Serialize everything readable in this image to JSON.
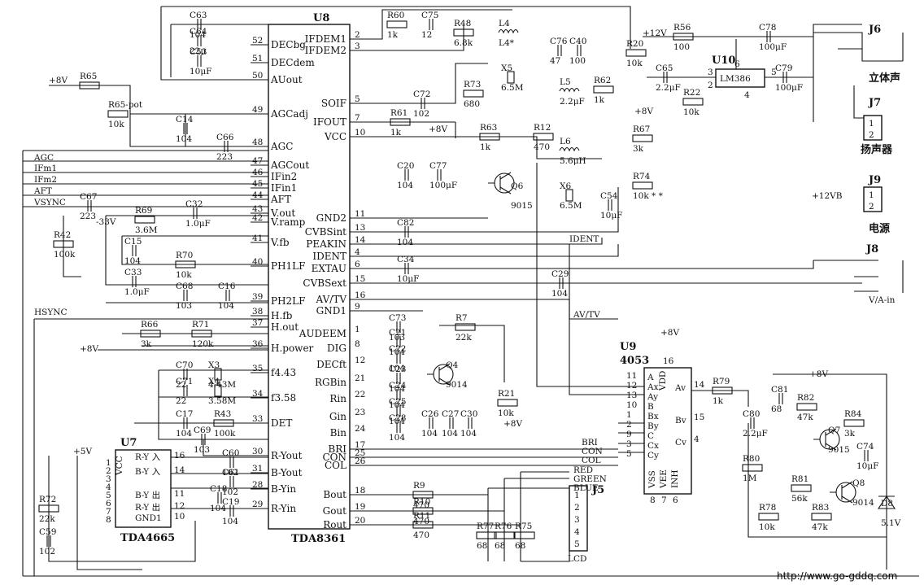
{
  "ics": {
    "u8": {
      "ref": "U8",
      "part": "TDA8361",
      "left_pins": [
        {
          "num": "52",
          "name": "DECbg"
        },
        {
          "num": "51",
          "name": "DECdem"
        },
        {
          "num": "50",
          "name": "AUout"
        },
        {
          "num": "49",
          "name": "AGCadj"
        },
        {
          "num": "48",
          "name": "AGC"
        },
        {
          "num": "47",
          "name": "AGCout"
        },
        {
          "num": "46",
          "name": "IFin2"
        },
        {
          "num": "45",
          "name": "IFin1"
        },
        {
          "num": "44",
          "name": "AFT"
        },
        {
          "num": "43",
          "name": "V.out"
        },
        {
          "num": "42",
          "name": "V.ramp"
        },
        {
          "num": "41",
          "name": "V.fb"
        },
        {
          "num": "40",
          "name": "PH1LF"
        },
        {
          "num": "39",
          "name": "PH2LF"
        },
        {
          "num": "38",
          "name": "H.fb"
        },
        {
          "num": "37",
          "name": "H.out"
        },
        {
          "num": "36",
          "name": "H.power"
        },
        {
          "num": "35",
          "name": "f4.43"
        },
        {
          "num": "34",
          "name": "f3.58"
        },
        {
          "num": "33",
          "name": "DET"
        },
        {
          "num": "30",
          "name": "R-Yout"
        },
        {
          "num": "31",
          "name": "B-Yout"
        },
        {
          "num": "28",
          "name": "B-Yin"
        },
        {
          "num": "29",
          "name": "R-Yin"
        }
      ],
      "right_pins": [
        {
          "num": "2",
          "name": "IFDEM1"
        },
        {
          "num": "3",
          "name": "IFDEM2"
        },
        {
          "num": "5",
          "name": "SOIF"
        },
        {
          "num": "7",
          "name": "IFOUT"
        },
        {
          "num": "10",
          "name": "VCC"
        },
        {
          "num": "11",
          "name": "GND2"
        },
        {
          "num": "13",
          "name": "CVBSint"
        },
        {
          "num": "14",
          "name": "PEAKIN"
        },
        {
          "num": "4",
          "name": "IDENT"
        },
        {
          "num": "6",
          "name": "EXTAU"
        },
        {
          "num": "15",
          "name": "CVBSext"
        },
        {
          "num": "16",
          "name": "AV/TV"
        },
        {
          "num": "9",
          "name": "GND1"
        },
        {
          "num": "1",
          "name": "AUDEEM"
        },
        {
          "num": "8",
          "name": "DIG"
        },
        {
          "num": "12",
          "name": "DECft"
        },
        {
          "num": "21",
          "name": "RGBin"
        },
        {
          "num": "22",
          "name": "Rin"
        },
        {
          "num": "23",
          "name": "Gin"
        },
        {
          "num": "24",
          "name": "Bin"
        },
        {
          "num": "17",
          "name": "BRI"
        },
        {
          "num": "25",
          "name": "CON"
        },
        {
          "num": "26",
          "name": "COL"
        },
        {
          "num": "18",
          "name": "Bout"
        },
        {
          "num": "19",
          "name": "Gout"
        },
        {
          "num": "20",
          "name": "Rout"
        }
      ]
    },
    "u7": {
      "ref": "U7",
      "part": "TDA4665",
      "vcc": "VCC",
      "pins": [
        {
          "num": "16",
          "name": "R-Y 入"
        },
        {
          "num": "14",
          "name": "B-Y 入"
        },
        {
          "num": "11",
          "name": "B-Y 出"
        },
        {
          "num": "12",
          "name": "R-Y 出"
        },
        {
          "num": "10",
          "name": "GND1"
        }
      ],
      "left_nums": [
        "1",
        "2",
        "3",
        "4",
        "5",
        "6",
        "7",
        "8"
      ]
    },
    "u9": {
      "ref": "U9",
      "part": "4053",
      "left_pins": [
        {
          "num": "11",
          "name": "A"
        },
        {
          "num": "12",
          "name": "Ax"
        },
        {
          "num": "13",
          "name": "Ay"
        },
        {
          "num": "10",
          "name": "B"
        },
        {
          "num": "1",
          "name": "Bx"
        },
        {
          "num": "2",
          "name": "By"
        },
        {
          "num": "9",
          "name": "C"
        },
        {
          "num": "3",
          "name": "Cx"
        },
        {
          "num": "5",
          "name": "Cy"
        }
      ],
      "right_pins": [
        {
          "num": "14",
          "name": "Av"
        },
        {
          "num": "15",
          "name": "Bv"
        },
        {
          "num": "4",
          "name": "Cv"
        }
      ],
      "vdd": {
        "num": "16",
        "name": "VDD"
      },
      "bottom_pins": [
        {
          "num": "8",
          "name": "VSS"
        },
        {
          "num": "7",
          "name": "VEE"
        },
        {
          "num": "6",
          "name": "INH"
        }
      ]
    },
    "u10": {
      "ref": "U10",
      "part": "LM386",
      "pins": [
        "6",
        "4",
        "5",
        "3",
        "2"
      ]
    }
  },
  "components": [
    {
      "ref": "C63",
      "value": "104"
    },
    {
      "ref": "C64",
      "value": "22μ"
    },
    {
      "ref": "C53",
      "value": "10μF"
    },
    {
      "ref": "R65",
      "value": ""
    },
    {
      "ref": "R65-pot",
      "value": "10k"
    },
    {
      "ref": "C14",
      "value": "104"
    },
    {
      "ref": "C66",
      "value": "223"
    },
    {
      "ref": "C67",
      "value": "223"
    },
    {
      "ref": "R69",
      "value": "3.6M"
    },
    {
      "ref": "C32",
      "value": "1.0μF"
    },
    {
      "ref": "R42",
      "value": "100k"
    },
    {
      "ref": "C15",
      "value": "104"
    },
    {
      "ref": "R70",
      "value": "10k"
    },
    {
      "ref": "C33",
      "value": "1.0μF"
    },
    {
      "ref": "C68",
      "value": "103"
    },
    {
      "ref": "C16",
      "value": "104"
    },
    {
      "ref": "R71",
      "value": "120k"
    },
    {
      "ref": "R66",
      "value": "3k"
    },
    {
      "ref": "C70",
      "value": "22"
    },
    {
      "ref": "X3",
      "value": "4.43M"
    },
    {
      "ref": "C71",
      "value": "22"
    },
    {
      "ref": "X4",
      "value": "3.58M"
    },
    {
      "ref": "C17",
      "value": "104"
    },
    {
      "ref": "R43",
      "value": "100k"
    },
    {
      "ref": "C69",
      "value": "103"
    },
    {
      "ref": "C60",
      "value": "102"
    },
    {
      "ref": "C61",
      "value": "102"
    },
    {
      "ref": "C18",
      "value": "104"
    },
    {
      "ref": "C19",
      "value": "104"
    },
    {
      "ref": "R72",
      "value": "22k"
    },
    {
      "ref": "C59",
      "value": "102"
    },
    {
      "ref": "R60",
      "value": "1k"
    },
    {
      "ref": "C75",
      "value": "12"
    },
    {
      "ref": "R48",
      "value": "6.8k"
    },
    {
      "ref": "L4",
      "value": "L4*"
    },
    {
      "ref": "C76",
      "value": "47"
    },
    {
      "ref": "C40",
      "value": "100"
    },
    {
      "ref": "X5",
      "value": "6.5M"
    },
    {
      "ref": "R73",
      "value": "680"
    },
    {
      "ref": "L5",
      "value": "2.2μF"
    },
    {
      "ref": "R62",
      "value": "1k"
    },
    {
      "ref": "C72",
      "value": "102"
    },
    {
      "ref": "R61",
      "value": "1k"
    },
    {
      "ref": "R63",
      "value": "1k"
    },
    {
      "ref": "R12",
      "value": "470"
    },
    {
      "ref": "C20",
      "value": "104"
    },
    {
      "ref": "C77",
      "value": "100μF"
    },
    {
      "ref": "Q6",
      "value": "9015"
    },
    {
      "ref": "L6",
      "value": "5.6μH"
    },
    {
      "ref": "X6",
      "value": "6.5M"
    },
    {
      "ref": "C82",
      "value": "104"
    },
    {
      "ref": "C34",
      "value": "10μF"
    },
    {
      "ref": "C29",
      "value": "104"
    },
    {
      "ref": "R7",
      "value": "22k"
    },
    {
      "ref": "C73",
      "value": "103"
    },
    {
      "ref": "C21",
      "value": "104"
    },
    {
      "ref": "C22",
      "value": "104"
    },
    {
      "ref": "C23",
      "value": "104"
    },
    {
      "ref": "C24",
      "value": "104"
    },
    {
      "ref": "C25",
      "value": "104"
    },
    {
      "ref": "C28",
      "value": "104"
    },
    {
      "ref": "Q4",
      "value": "9014"
    },
    {
      "ref": "R21",
      "value": "10k"
    },
    {
      "ref": "C26",
      "value": "104"
    },
    {
      "ref": "C27",
      "value": "104"
    },
    {
      "ref": "C30",
      "value": "104"
    },
    {
      "ref": "R9",
      "value": "470"
    },
    {
      "ref": "R10",
      "value": "470"
    },
    {
      "ref": "R11",
      "value": "470"
    },
    {
      "ref": "R77",
      "value": "68"
    },
    {
      "ref": "R76",
      "value": "68"
    },
    {
      "ref": "R75",
      "value": "68"
    },
    {
      "ref": "R20",
      "value": "10k"
    },
    {
      "ref": "R56",
      "value": "100"
    },
    {
      "ref": "C78",
      "value": "100μF"
    },
    {
      "ref": "C65",
      "value": "2.2μF"
    },
    {
      "ref": "R22",
      "value": "10k"
    },
    {
      "ref": "C79",
      "value": "100μF"
    },
    {
      "ref": "R67",
      "value": "3k"
    },
    {
      "ref": "R74",
      "value": "10k * *"
    },
    {
      "ref": "C54",
      "value": "10μF"
    },
    {
      "ref": "R79",
      "value": "1k"
    },
    {
      "ref": "C80",
      "value": "2.2μF"
    },
    {
      "ref": "C81",
      "value": "68"
    },
    {
      "ref": "R82",
      "value": "47k"
    },
    {
      "ref": "R84",
      "value": "3k"
    },
    {
      "ref": "C74",
      "value": "10μF"
    },
    {
      "ref": "Q7",
      "value": "9015"
    },
    {
      "ref": "R80",
      "value": "1M"
    },
    {
      "ref": "R81",
      "value": "56k"
    },
    {
      "ref": "Q8",
      "value": "9014"
    },
    {
      "ref": "D8",
      "value": "5.1V"
    },
    {
      "ref": "R78",
      "value": "10k"
    },
    {
      "ref": "R83",
      "value": "47k"
    }
  ],
  "nets": {
    "left_bus": [
      "AGC",
      "IFm1",
      "IFm2",
      "AFT",
      "VSYNC",
      "HSYNC"
    ],
    "right_bus": [
      "IDENT",
      "AV/TV",
      "BRI",
      "CON",
      "COL",
      "RED",
      "GREEN",
      "BLUE"
    ],
    "rails": {
      "p8v": "+8V",
      "p12v": "+12V",
      "m33v": "-33V",
      "p5v": "+5V",
      "p12vb": "+12VB"
    }
  },
  "connectors": {
    "j5": {
      "ref": "J5",
      "pins": [
        "1",
        "2",
        "3",
        "4",
        "5"
      ],
      "label": "LCD"
    },
    "j6": {
      "ref": "J6",
      "label": "立体声"
    },
    "j7": {
      "ref": "J7",
      "pins": [
        "1",
        "2"
      ],
      "label": "扬声器"
    },
    "j8": {
      "ref": "J8",
      "label": "V/A-in"
    },
    "j9": {
      "ref": "J9",
      "pins": [
        "1",
        "2"
      ],
      "label": "电源"
    }
  },
  "watermark": "http://www.go-gddq.com"
}
